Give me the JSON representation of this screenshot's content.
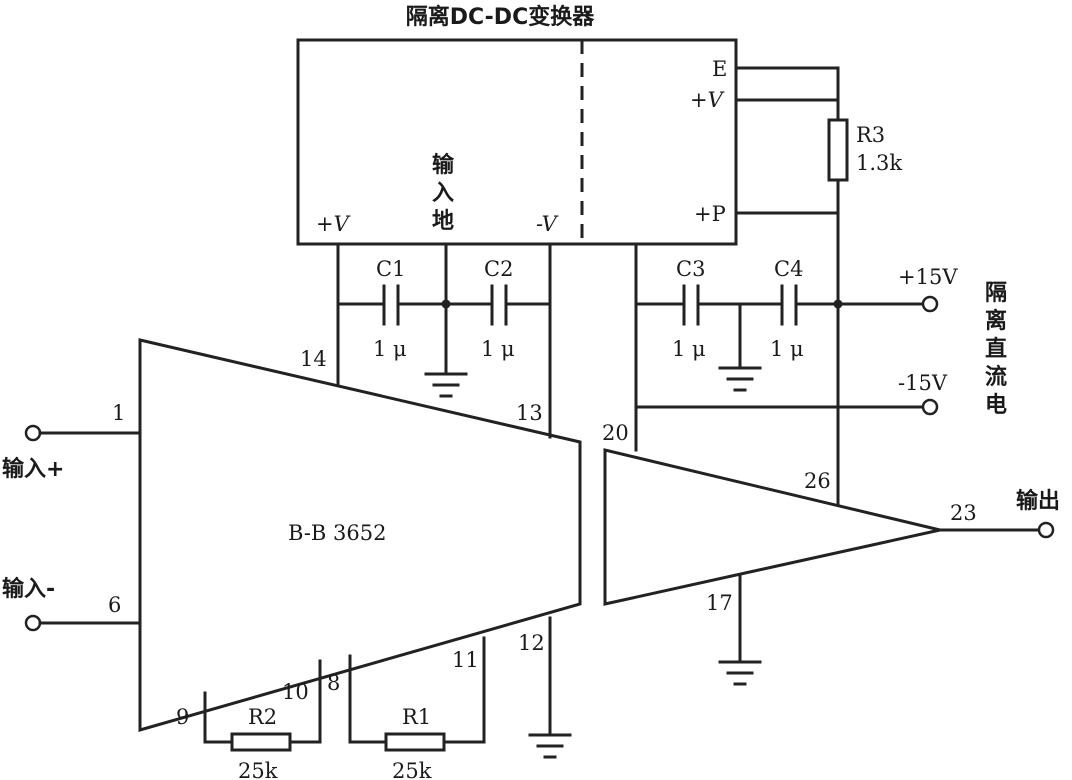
{
  "converter": {
    "title": "隔离DC-DC变换器",
    "pin_E": "E",
    "pin_pV_right": "+V",
    "pin_pP": "+P",
    "pin_pV_left": "+V",
    "pin_mV_left": "-V",
    "input_ground": [
      "输",
      "入",
      "地"
    ]
  },
  "chip": {
    "name": "B-B 3652",
    "pins": {
      "p1": "1",
      "p6": "6",
      "p14": "14",
      "p13": "13",
      "p12": "12",
      "p11": "11",
      "p10": "10",
      "p9": "9",
      "p8": "8",
      "p20": "20",
      "p26": "26",
      "p23": "23",
      "p17": "17"
    }
  },
  "components": {
    "C1": {
      "name": "C1",
      "value": "1 μ"
    },
    "C2": {
      "name": "C2",
      "value": "1 μ"
    },
    "C3": {
      "name": "C3",
      "value": "1 μ"
    },
    "C4": {
      "name": "C4",
      "value": "1 μ"
    },
    "R1": {
      "name": "R1",
      "value": "25k"
    },
    "R2": {
      "name": "R2",
      "value": "25k"
    },
    "R3": {
      "name": "R3",
      "value": "1.3k"
    }
  },
  "terminals": {
    "input_plus": "输入+",
    "input_minus": "输入-",
    "output": "输出",
    "plus15": "+15V",
    "minus15": "-15V",
    "isolated_dc": [
      "隔",
      "离",
      "直",
      "流",
      "电"
    ]
  }
}
